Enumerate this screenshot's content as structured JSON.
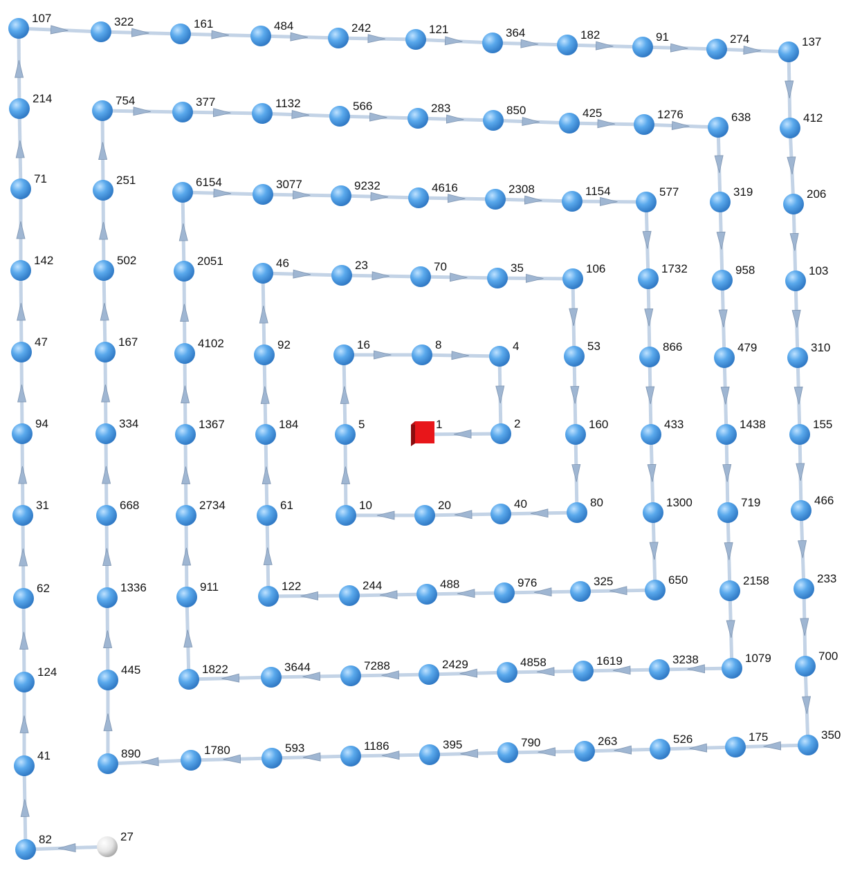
{
  "diagram": {
    "type": "collatz-spiral",
    "colors": {
      "node": "#5aa9ec",
      "start_node": "#dcdcdc",
      "end_node": "#e8161a",
      "edge": "#c3d3e6",
      "arrow": "#9fb6d2"
    },
    "nodes": [
      {
        "label": "27",
        "role": "start"
      },
      {
        "label": "82"
      },
      {
        "label": "41"
      },
      {
        "label": "124"
      },
      {
        "label": "62"
      },
      {
        "label": "31"
      },
      {
        "label": "94"
      },
      {
        "label": "47"
      },
      {
        "label": "142"
      },
      {
        "label": "71"
      },
      {
        "label": "214"
      },
      {
        "label": "107"
      },
      {
        "label": "322"
      },
      {
        "label": "161"
      },
      {
        "label": "484"
      },
      {
        "label": "242"
      },
      {
        "label": "121"
      },
      {
        "label": "364"
      },
      {
        "label": "182"
      },
      {
        "label": "91"
      },
      {
        "label": "274"
      },
      {
        "label": "137"
      },
      {
        "label": "412"
      },
      {
        "label": "206"
      },
      {
        "label": "103"
      },
      {
        "label": "310"
      },
      {
        "label": "155"
      },
      {
        "label": "466"
      },
      {
        "label": "233"
      },
      {
        "label": "700"
      },
      {
        "label": "350"
      },
      {
        "label": "175"
      },
      {
        "label": "526"
      },
      {
        "label": "263"
      },
      {
        "label": "790"
      },
      {
        "label": "395"
      },
      {
        "label": "1186"
      },
      {
        "label": "593"
      },
      {
        "label": "1780"
      },
      {
        "label": "890"
      },
      {
        "label": "445"
      },
      {
        "label": "1336"
      },
      {
        "label": "668"
      },
      {
        "label": "334"
      },
      {
        "label": "167"
      },
      {
        "label": "502"
      },
      {
        "label": "251"
      },
      {
        "label": "754"
      },
      {
        "label": "377"
      },
      {
        "label": "1132"
      },
      {
        "label": "566"
      },
      {
        "label": "283"
      },
      {
        "label": "850"
      },
      {
        "label": "425"
      },
      {
        "label": "1276"
      },
      {
        "label": "638"
      },
      {
        "label": "319"
      },
      {
        "label": "958"
      },
      {
        "label": "479"
      },
      {
        "label": "1438"
      },
      {
        "label": "719"
      },
      {
        "label": "2158"
      },
      {
        "label": "1079"
      },
      {
        "label": "3238"
      },
      {
        "label": "1619"
      },
      {
        "label": "4858"
      },
      {
        "label": "2429"
      },
      {
        "label": "7288"
      },
      {
        "label": "3644"
      },
      {
        "label": "1822"
      },
      {
        "label": "911"
      },
      {
        "label": "2734"
      },
      {
        "label": "1367"
      },
      {
        "label": "4102"
      },
      {
        "label": "2051"
      },
      {
        "label": "6154"
      },
      {
        "label": "3077"
      },
      {
        "label": "9232"
      },
      {
        "label": "4616"
      },
      {
        "label": "2308"
      },
      {
        "label": "1154"
      },
      {
        "label": "577"
      },
      {
        "label": "1732"
      },
      {
        "label": "866"
      },
      {
        "label": "433"
      },
      {
        "label": "1300"
      },
      {
        "label": "650"
      },
      {
        "label": "325"
      },
      {
        "label": "976"
      },
      {
        "label": "488"
      },
      {
        "label": "244"
      },
      {
        "label": "122"
      },
      {
        "label": "61"
      },
      {
        "label": "184"
      },
      {
        "label": "92"
      },
      {
        "label": "46"
      },
      {
        "label": "23"
      },
      {
        "label": "70"
      },
      {
        "label": "35"
      },
      {
        "label": "106"
      },
      {
        "label": "53"
      },
      {
        "label": "160"
      },
      {
        "label": "80"
      },
      {
        "label": "40"
      },
      {
        "label": "20"
      },
      {
        "label": "10"
      },
      {
        "label": "5"
      },
      {
        "label": "16"
      },
      {
        "label": "8"
      },
      {
        "label": "4"
      },
      {
        "label": "2"
      },
      {
        "label": "1",
        "role": "end"
      }
    ]
  }
}
